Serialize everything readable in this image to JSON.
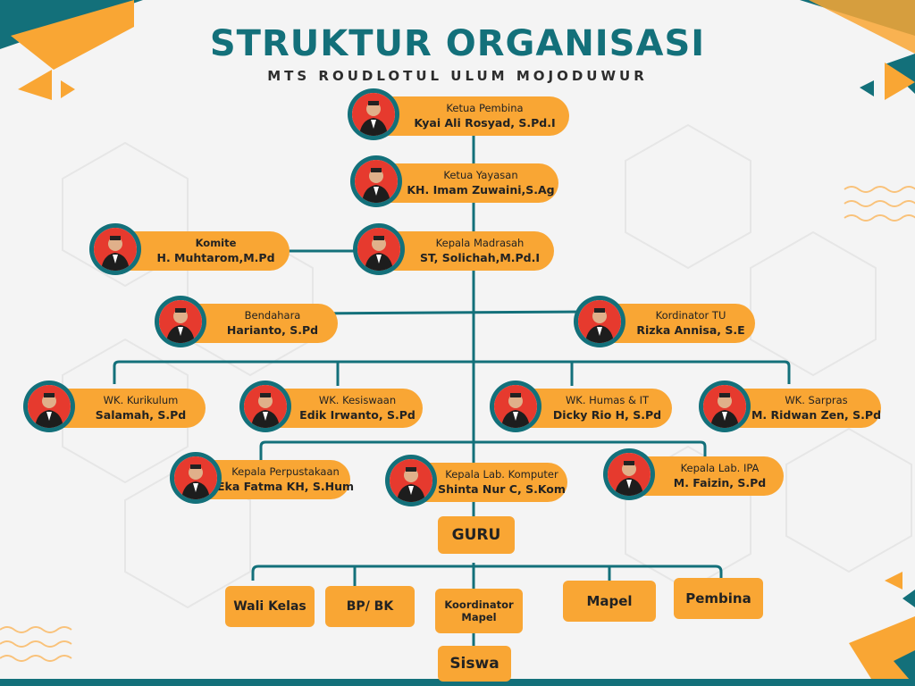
{
  "header": {
    "title": "STRUKTUR ORGANISASI",
    "subtitle": "MTS ROUDLOTUL ULUM MOJODUWUR"
  },
  "colors": {
    "teal": "#13707a",
    "orange": "#f9a634",
    "portrait_bg": "#e63a2e"
  },
  "nodes": {
    "ketua_pembina": {
      "role": "Ketua Pembina",
      "name": "Kyai Ali Rosyad, S.Pd.I",
      "icon": "person-portrait-icon"
    },
    "ketua_yayasan": {
      "role": "Ketua Yayasan",
      "name": "KH. Imam Zuwaini,S.Ag",
      "icon": "person-portrait-icon"
    },
    "komite": {
      "role": "Komite",
      "name": "H. Muhtarom,M.Pd",
      "icon": "person-portrait-icon"
    },
    "kepala_madrasah": {
      "role": "Kepala Madrasah",
      "name": "ST, Solichah,M.Pd.I",
      "icon": "person-portrait-icon"
    },
    "bendahara": {
      "role": "Bendahara",
      "name": "Harianto, S.Pd",
      "icon": "person-portrait-icon"
    },
    "kordinator_tu": {
      "role": "Kordinator TU",
      "name": "Rizka Annisa, S.E",
      "icon": "person-portrait-icon"
    },
    "wk_kurikulum": {
      "role": "WK. Kurikulum",
      "name": "Salamah, S.Pd",
      "icon": "person-portrait-icon"
    },
    "wk_kesiswaan": {
      "role": "WK. Kesiswaan",
      "name": "Edik Irwanto, S.Pd",
      "icon": "person-portrait-icon"
    },
    "wk_humas": {
      "role": "WK. Humas & IT",
      "name": "Dicky Rio H, S.Pd",
      "icon": "person-portrait-icon"
    },
    "wk_sarpras": {
      "role": "WK. Sarpras",
      "name": "M. Ridwan Zen, S.Pd",
      "icon": "person-portrait-icon"
    },
    "kepala_perpustakaan": {
      "role": "Kepala Perpustakaan",
      "name": "Eka Fatma KH, S.Hum",
      "icon": "person-portrait-icon"
    },
    "kepala_lab_komputer": {
      "role": "Kepala Lab. Komputer",
      "name": "Shinta Nur C, S.Kom",
      "icon": "person-portrait-icon"
    },
    "kepala_lab_ipa": {
      "role": "Kepala Lab. IPA",
      "name": "M. Faizin, S.Pd",
      "icon": "person-portrait-icon"
    }
  },
  "boxes": {
    "guru": "GURU",
    "wali_kelas": "Wali Kelas",
    "bp_bk": "BP/ BK",
    "koordinator_mapel": "Koordinator Mapel",
    "mapel": "Mapel",
    "pembina": "Pembina",
    "siswa": "Siswa"
  }
}
